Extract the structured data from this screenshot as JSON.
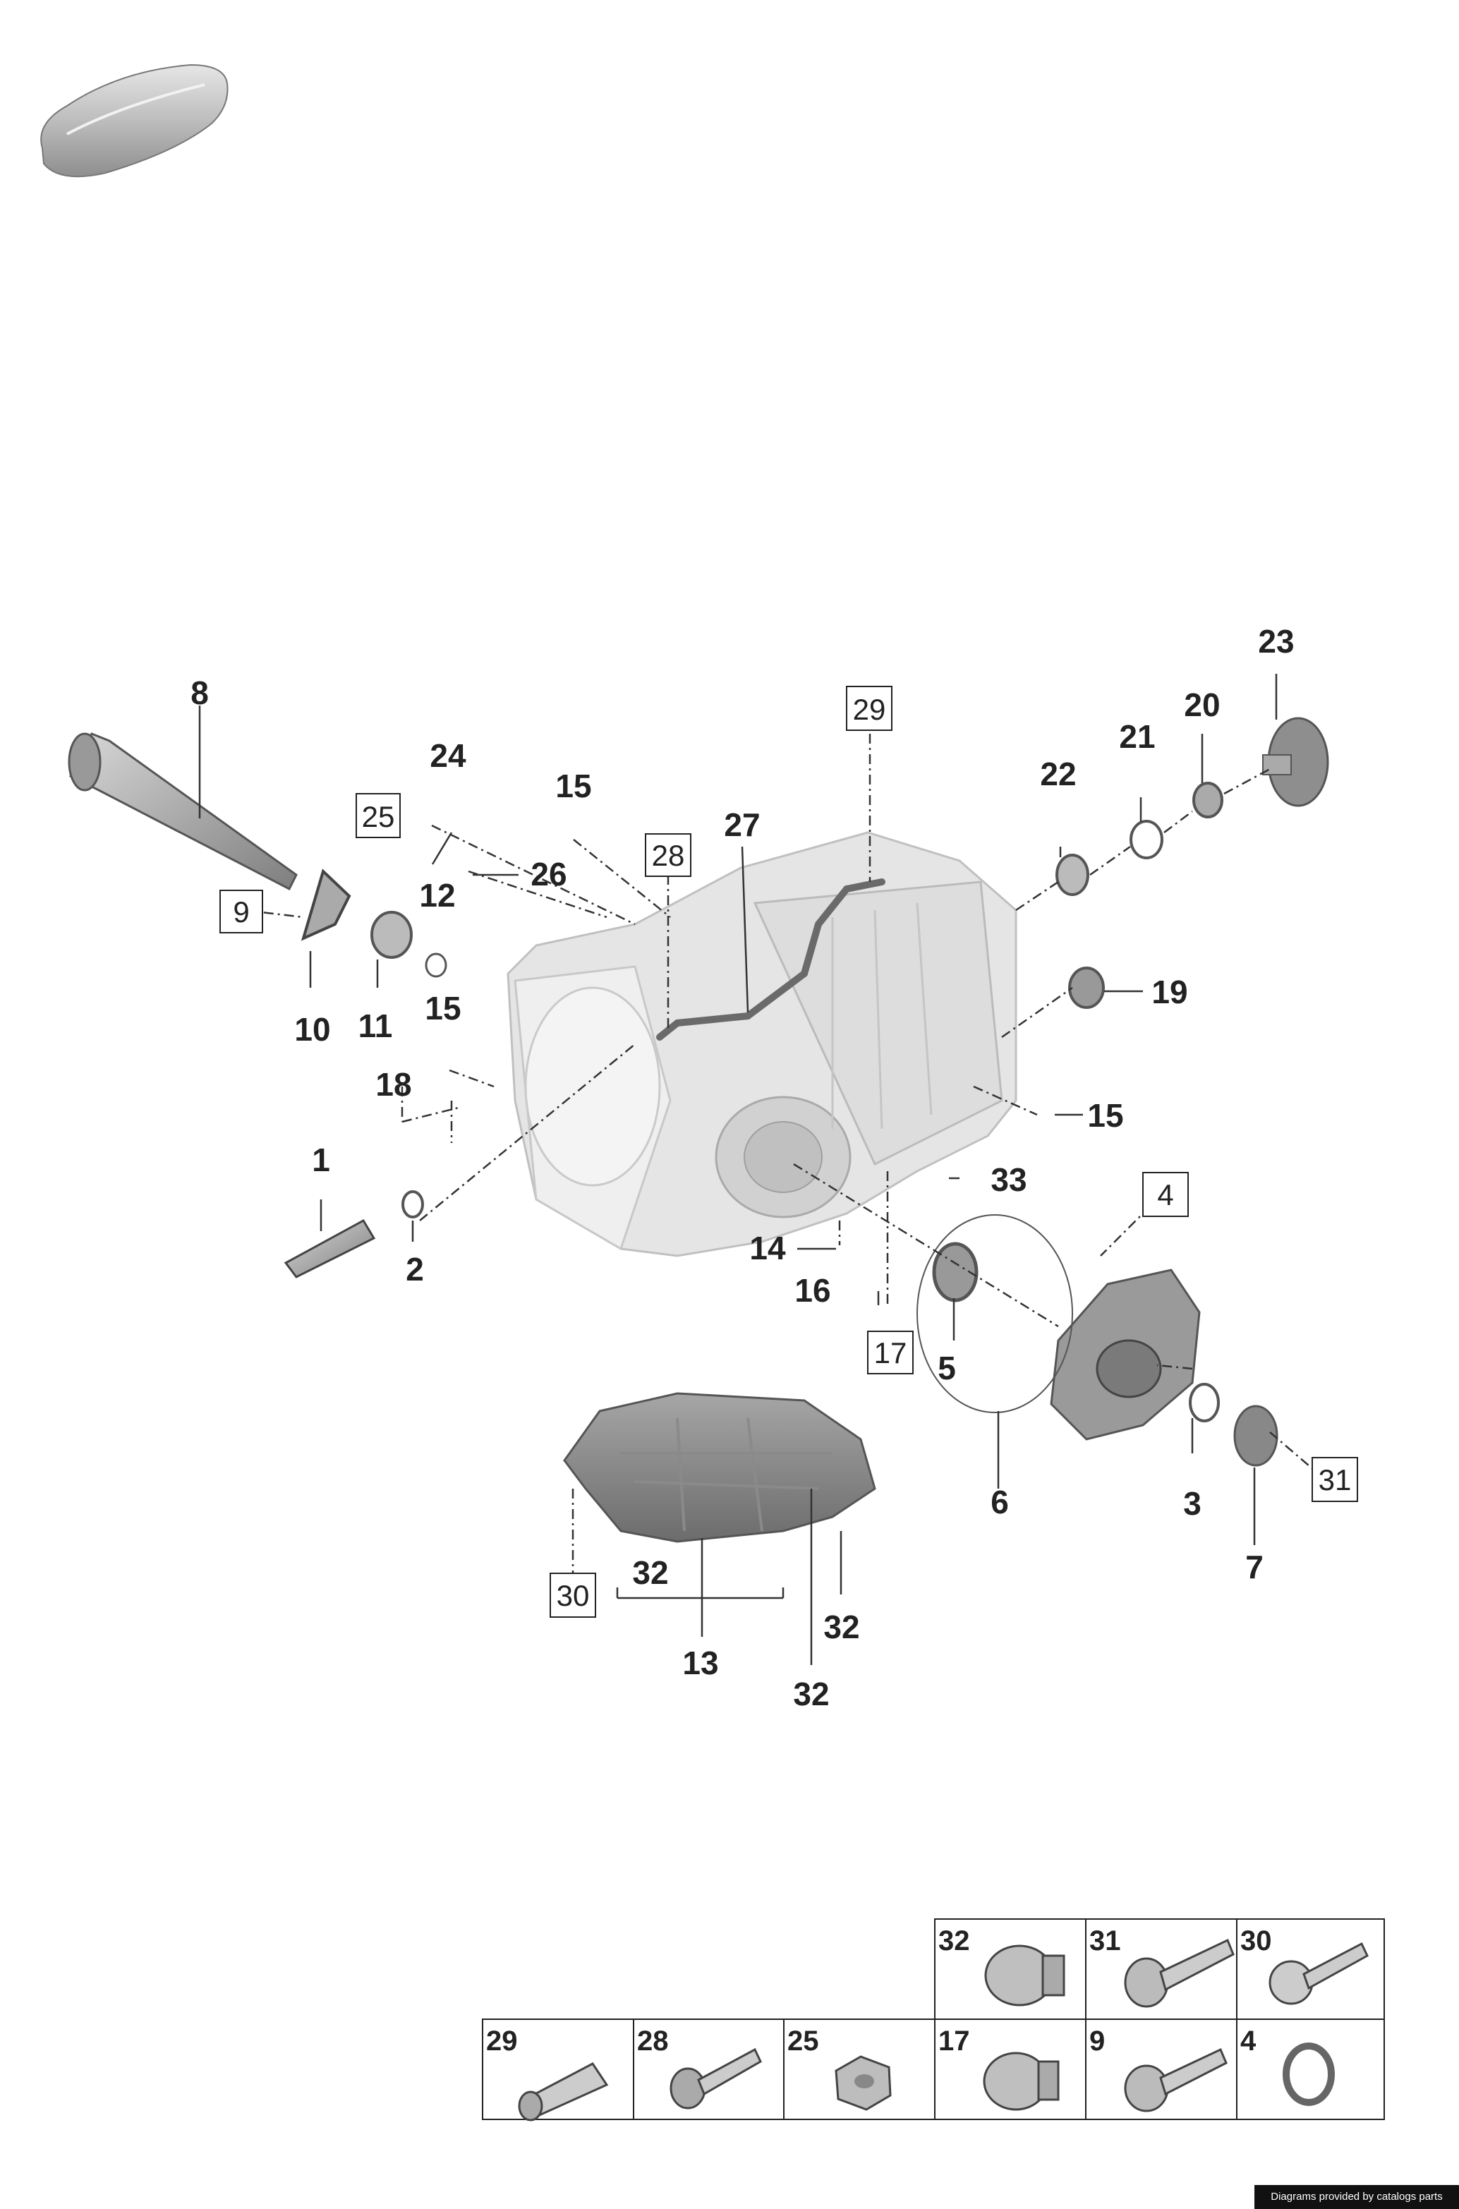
{
  "callouts": {
    "c1": "1",
    "c2": "2",
    "c3": "3",
    "c5": "5",
    "c6": "6",
    "c7": "7",
    "c8": "8",
    "c10": "10",
    "c11": "11",
    "c12": "12",
    "c13": "13",
    "c14": "14",
    "c15a": "15",
    "c15b": "15",
    "c15c": "15",
    "c16": "16",
    "c18": "18",
    "c19": "19",
    "c20": "20",
    "c21": "21",
    "c22": "22",
    "c23": "23",
    "c24": "24",
    "c26": "26",
    "c27": "27",
    "c32a": "32",
    "c32b": "32",
    "c32c": "32",
    "c33": "33"
  },
  "boxed_callouts": {
    "b4": "4",
    "b9": "9",
    "b17": "17",
    "b25": "25",
    "b28": "28",
    "b29": "29",
    "b30": "30",
    "b31": "31"
  },
  "legend": {
    "top_row": [
      "32",
      "31",
      "30"
    ],
    "bottom_row": [
      "29",
      "28",
      "25",
      "17",
      "9",
      "4"
    ]
  },
  "footer": {
    "credit": "Diagrams provided by catalogs parts"
  }
}
